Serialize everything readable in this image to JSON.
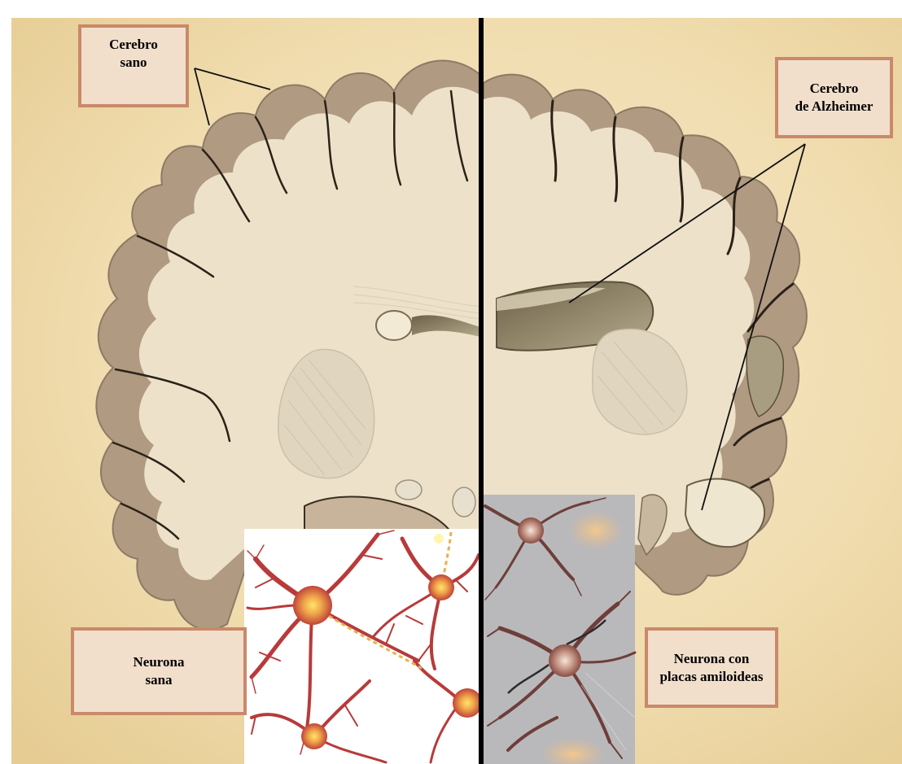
{
  "figure": {
    "labels": {
      "healthy_brain": {
        "line1": "Cerebro",
        "line2": "sano"
      },
      "alzheimer_brain": {
        "line1": "Cerebro",
        "line2": "de Alzheimer"
      },
      "healthy_neuron": {
        "line1": "Neurona",
        "line2": "sana"
      },
      "plaque_neuron": {
        "line1": "Neurona con",
        "line2": "placas amiloideas"
      }
    },
    "colors": {
      "background": "#f3e2b4",
      "brain_tissue": "#ede2c9",
      "gray_matter": "#b09a82",
      "label_fill": "#f2dfcb",
      "label_border": "#c9896a",
      "healthy_neuron": "#b83a3a",
      "diseased_neuron_bg": "#b9b9bb"
    }
  }
}
